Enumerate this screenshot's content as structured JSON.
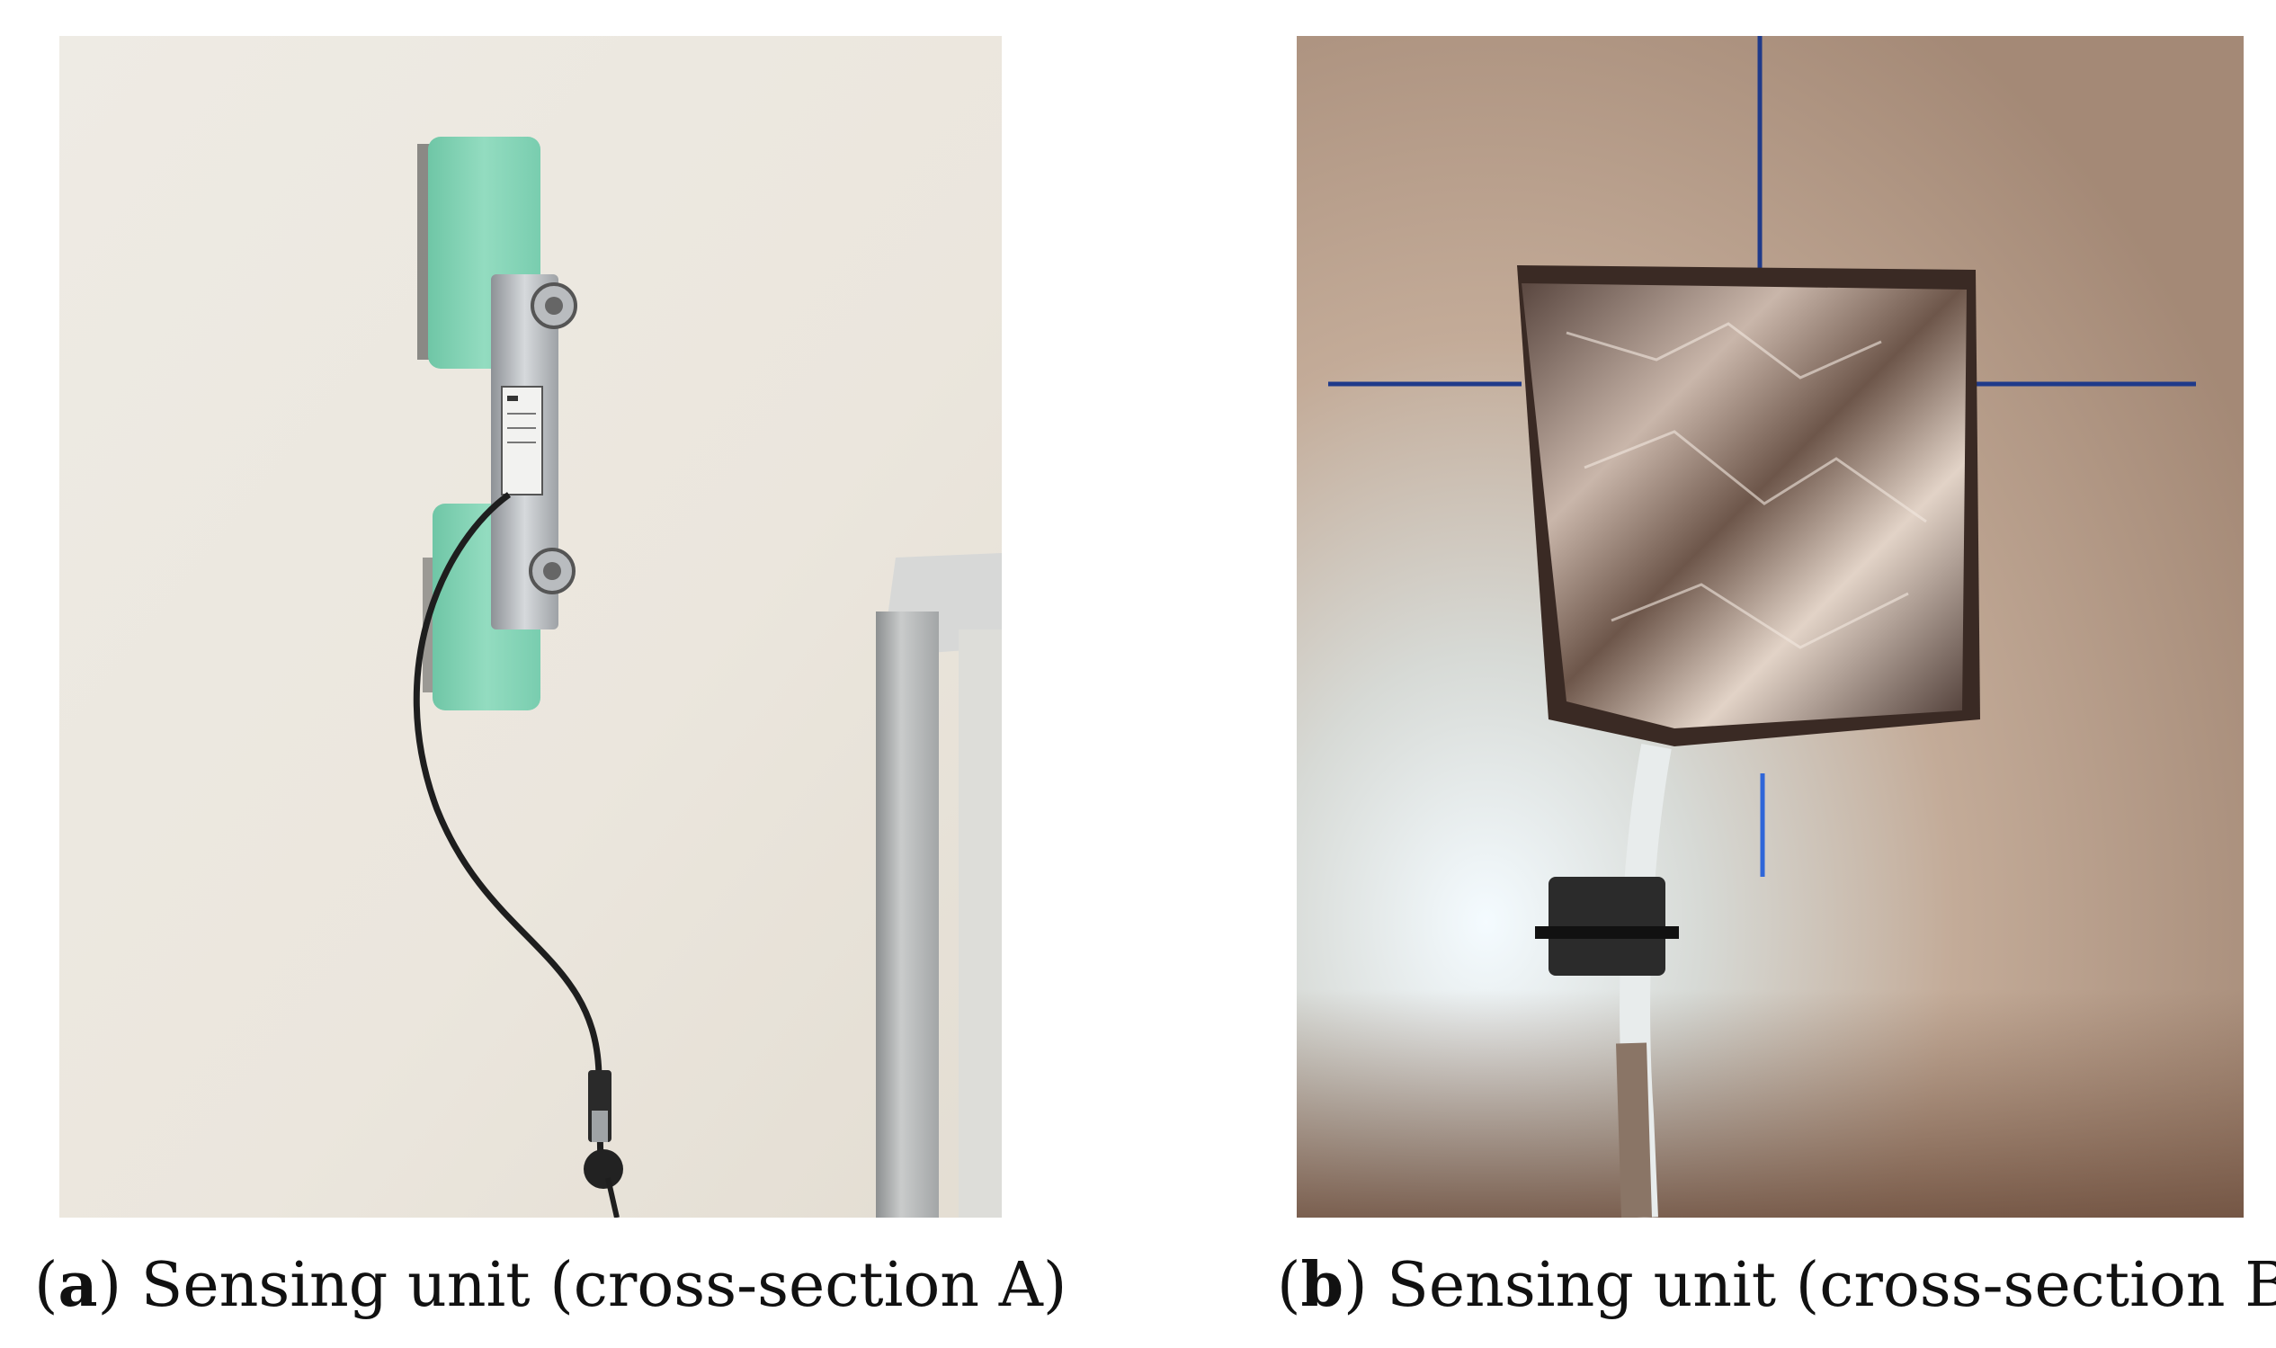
{
  "figure": {
    "panels": [
      {
        "id": "a",
        "label": "a",
        "caption_text": "Sensing unit (cross-section A)",
        "photo_subject": "strain sensor with green brackets mounted on wall, black cable"
      },
      {
        "id": "b",
        "label": "b",
        "caption_text": "Sensing unit (cross-section B)",
        "photo_subject": "foil-covered sensing unit on wall with blue cross marks and white cable"
      }
    ]
  },
  "colors": {
    "wall_a": "#ece7df",
    "bracket": "#8fd8bb",
    "wall_b": "#b59a86",
    "foil": "#8a6d5c",
    "mark": "#1f3a8a"
  }
}
